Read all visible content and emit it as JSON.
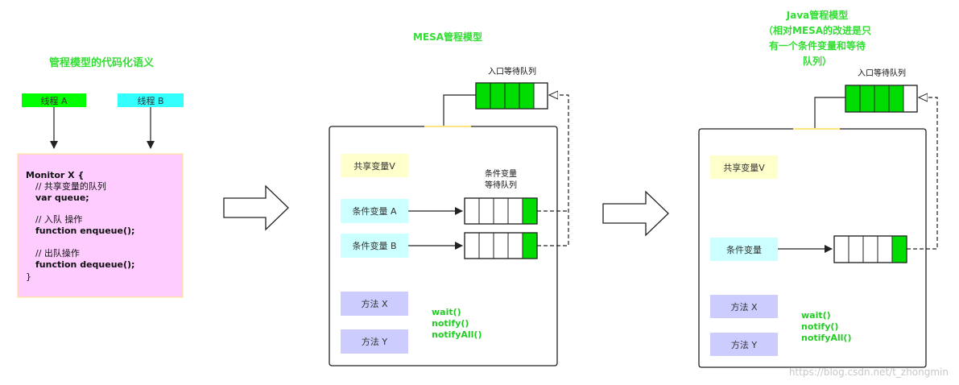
{
  "section1": {
    "title": "管程模型的代码化语义",
    "thread_a": "线程 A",
    "thread_b": "线程 B",
    "code_lines": [
      "Monitor X {",
      "// 共享变量的队列",
      "var queue;",
      "// 入队 操作",
      "function enqueue();",
      "// 出队操作",
      "function dequeue();",
      "}"
    ]
  },
  "section2": {
    "title": "MESA管程模型",
    "entry_queue_label": "入口等待队列",
    "shared_var": "共享变量V",
    "cond_queue_label_1": "条件变量",
    "cond_queue_label_2": "等待队列",
    "cond_a": "条件变量 A",
    "cond_b": "条件变量 B",
    "method_x": "方法 X",
    "method_y": "方法 Y",
    "methods": [
      "wait()",
      "notify()",
      "notifyAll()"
    ]
  },
  "section3": {
    "title_lines": [
      "Java管程模型",
      "（相对MESA的改进是只",
      "有一个条件变量和等待",
      "队列）"
    ],
    "entry_queue_label": "入口等待队列",
    "shared_var": "共享变量V",
    "cond": "条件变量",
    "method_x": "方法 X",
    "method_y": "方法 Y",
    "methods": [
      "wait()",
      "notify()",
      "notifyAll()"
    ]
  },
  "watermark": "https://blog.csdn.net/t_zhongmin",
  "colors": {
    "title_green": "#33dd33",
    "method_green": "#22cc22",
    "thread_a": "#00ff00",
    "thread_b": "#33ffff",
    "code_bg": "#ffccff",
    "shared_var_bg": "#ffffcc",
    "cond_bg": "#ccffff",
    "method_bg": "#ccccff",
    "queue_fill": "#00dd00"
  }
}
